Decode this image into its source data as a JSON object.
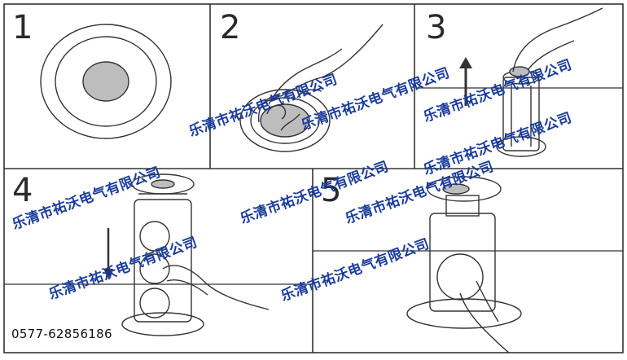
{
  "steps": [
    {
      "number": "1"
    },
    {
      "number": "2"
    },
    {
      "number": "3"
    },
    {
      "number": "4"
    },
    {
      "number": "5"
    }
  ],
  "phone": "0577-62856186",
  "watermark": "乐清市祐沃电气有限公司",
  "colors": {
    "line": "#333333",
    "button_fill": "#bdbdbd",
    "watermark": "#1a3c9c"
  }
}
